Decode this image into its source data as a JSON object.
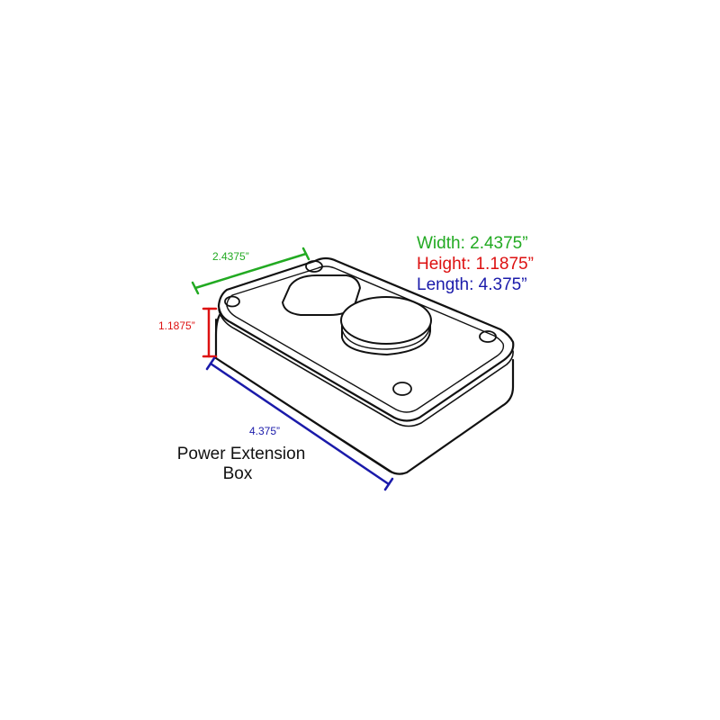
{
  "legend": {
    "width_text": "Width: 2.4375”",
    "height_text": "Height: 1.1875”",
    "length_text": "Length: 4.375”"
  },
  "dimensions": {
    "width_label": "2.4375”",
    "height_label": "1.1875”",
    "length_label": "4.375”"
  },
  "caption": {
    "line1": "Power Extension",
    "line2": "Box"
  },
  "colors": {
    "width": "#22aa22",
    "height": "#dd1111",
    "length": "#1a1aaa",
    "outline": "#111111",
    "box_fill": "#ffffff",
    "text": "#111111"
  }
}
